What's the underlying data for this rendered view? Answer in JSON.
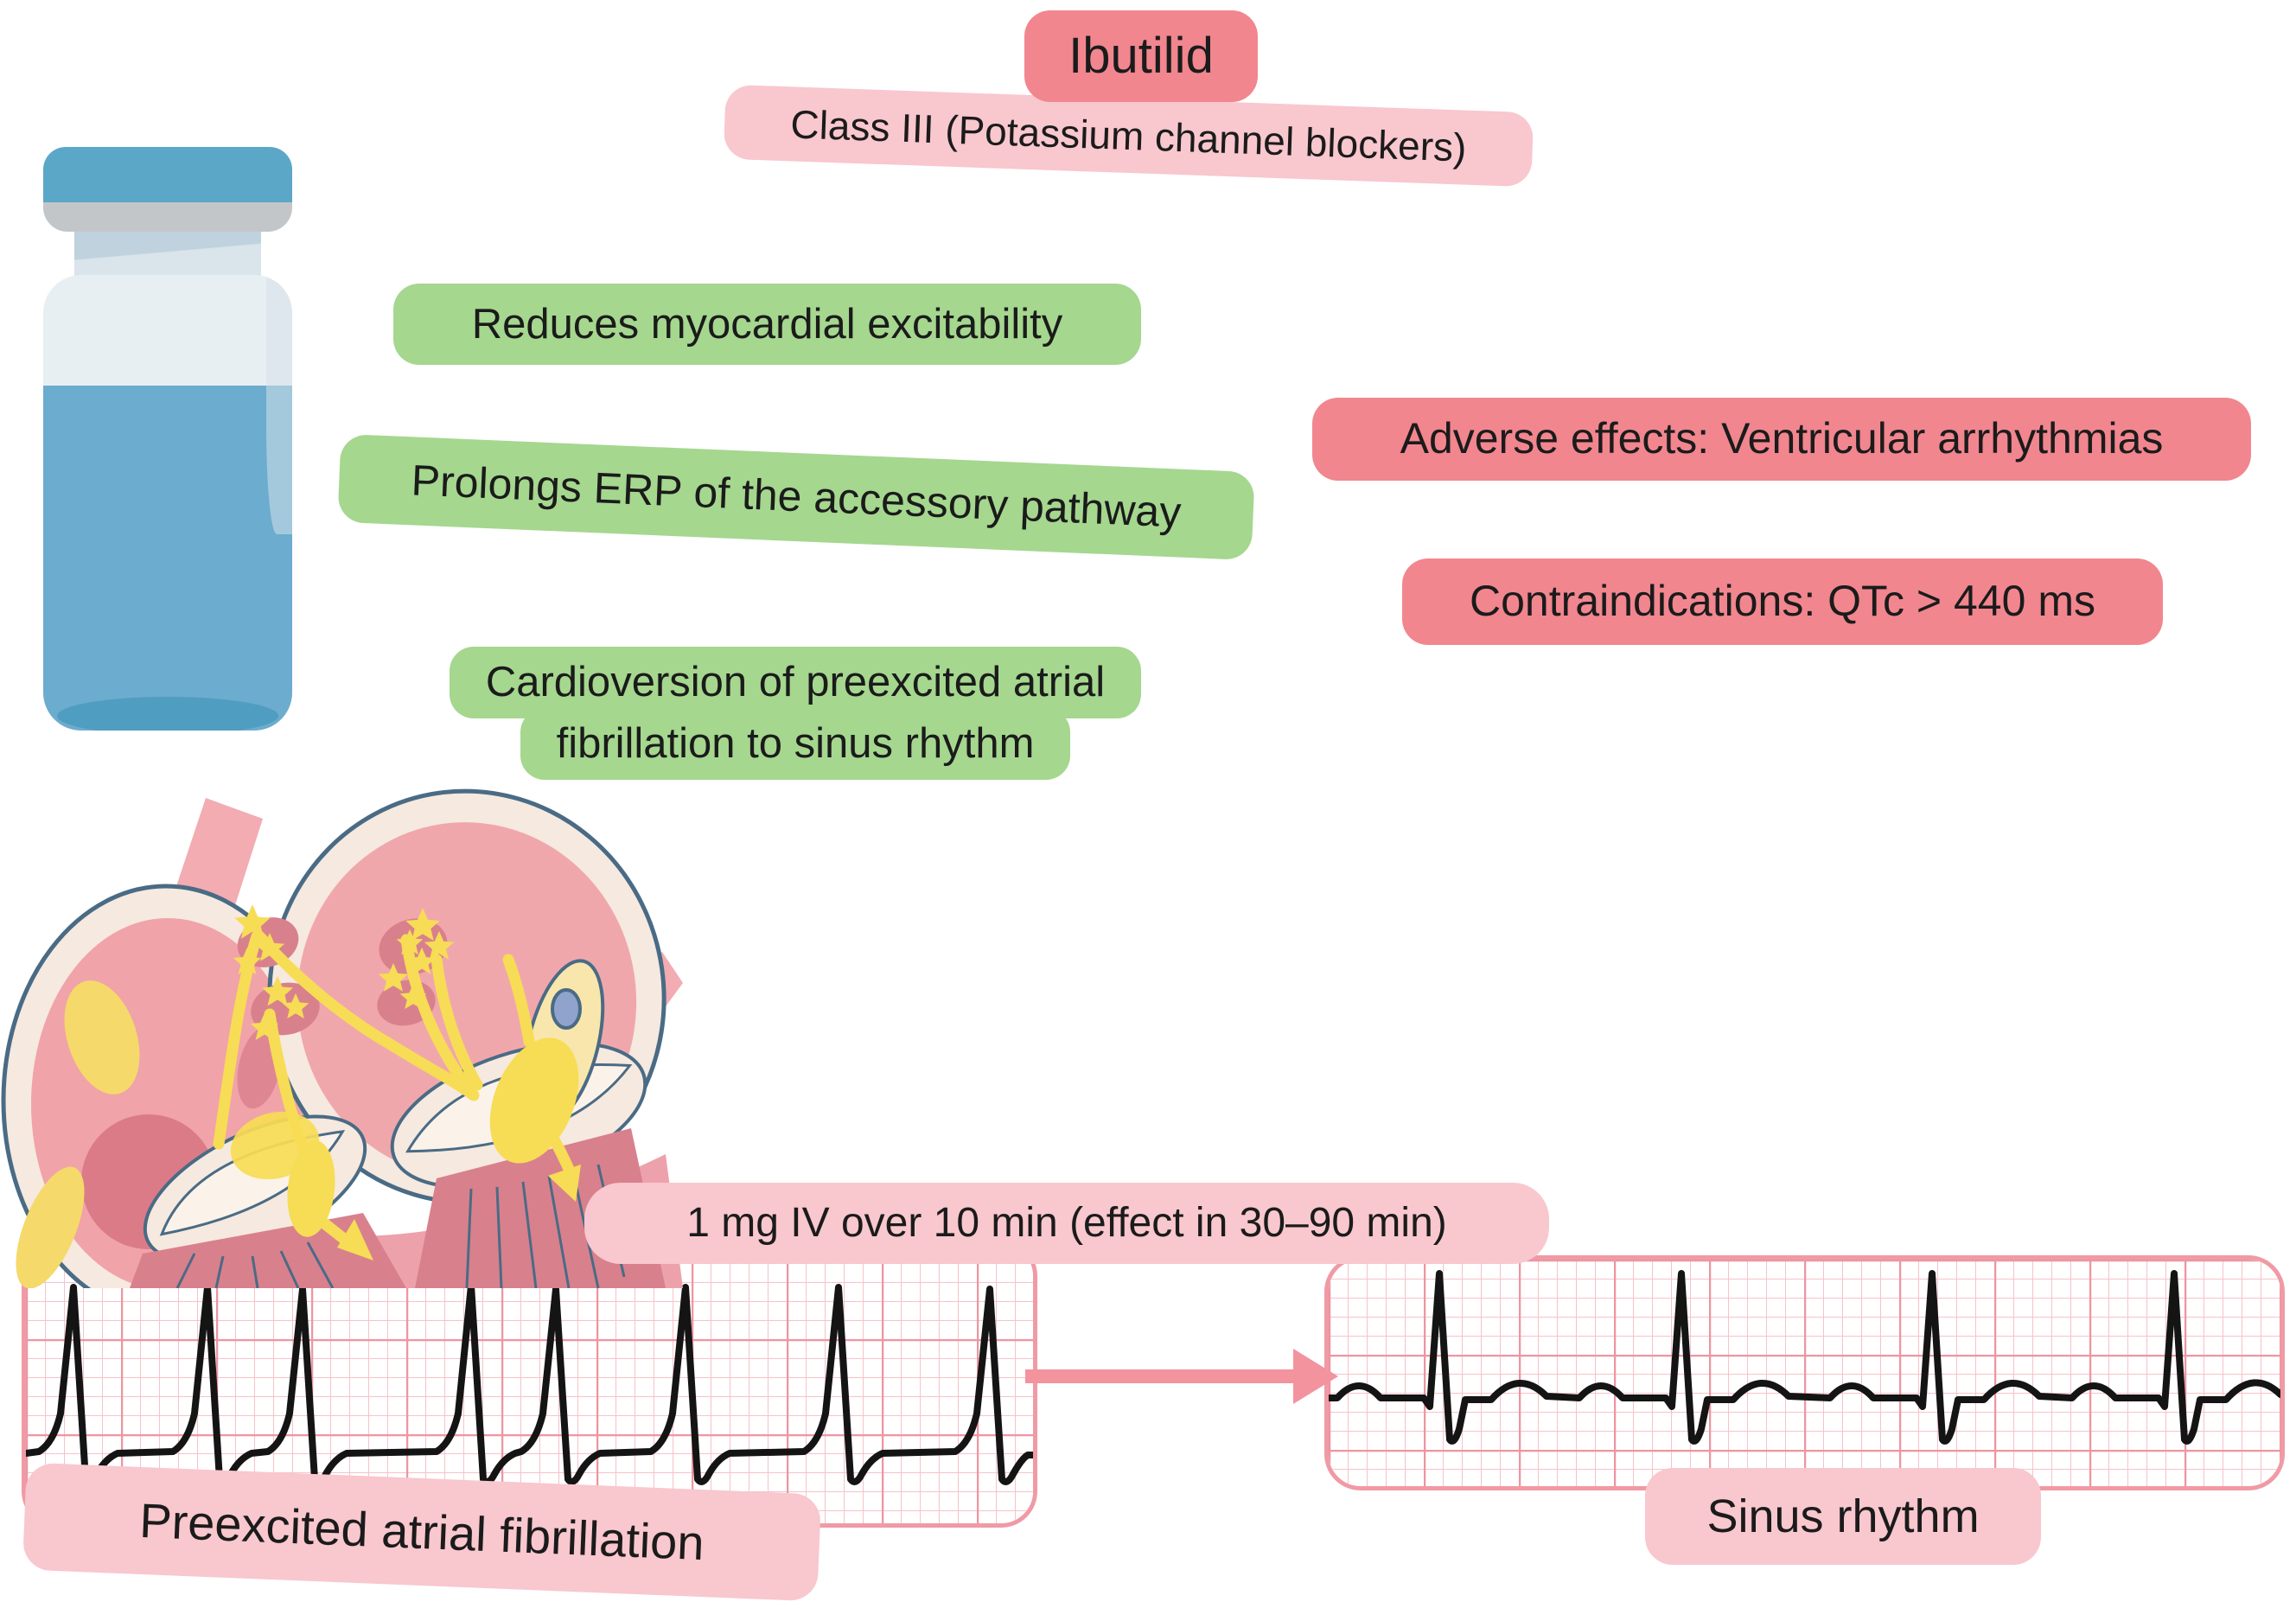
{
  "header": {
    "title": "Ibutilid",
    "subtitle": "Class III (Potassium channel blockers)"
  },
  "mechanism": {
    "items": [
      {
        "label": "Reduces myocardial excitability"
      },
      {
        "label": "Prolongs ERP of the accessory pathway"
      },
      {
        "label_line1": "Cardioversion of preexcited atrial",
        "label_line2": "fibrillation to sinus rhythm"
      }
    ]
  },
  "warnings": {
    "adverse_effects": "Adverse effects: Ventricular arrhythmias",
    "contraindications": "Contraindications: QTc > 440 ms"
  },
  "dosing": {
    "label": "1 mg IV over 10 min (effect in 30–90 min)"
  },
  "ecg": {
    "before": {
      "label": "Preexcited atrial fibrillation",
      "beat_count": 8,
      "pattern": "irregular wide-QRS tachycardia"
    },
    "after": {
      "label": "Sinus rhythm",
      "beat_count": 4,
      "pattern": "regular rhythm with P waves, narrow QRS and T waves"
    }
  },
  "icons": {
    "vial": "medication-vial-icon",
    "heart": "heart-cross-section-icon",
    "arrow": "right-arrow-icon",
    "stars": "ectopic-focus-star-icon"
  },
  "colors": {
    "badge_red": "#F1868F",
    "badge_pink": "#F9C7CE",
    "badge_green": "#A5D78F",
    "arrow_pink": "#F2939E",
    "grid_minor": "#F6C3C9",
    "grid_major": "#EE95A1",
    "ecg_border": "#F09AA5",
    "trace_black": "#141414",
    "vial_cap_blue": "#5BA7C8",
    "vial_liquid_blue": "#6CACCE",
    "vial_glass": "#E8EFF3",
    "heart_yellow": "#F7DC55",
    "heart_pink": "#F0A7AC",
    "heart_wall": "#F6E9DF",
    "heart_outline": "#4A6B85"
  }
}
